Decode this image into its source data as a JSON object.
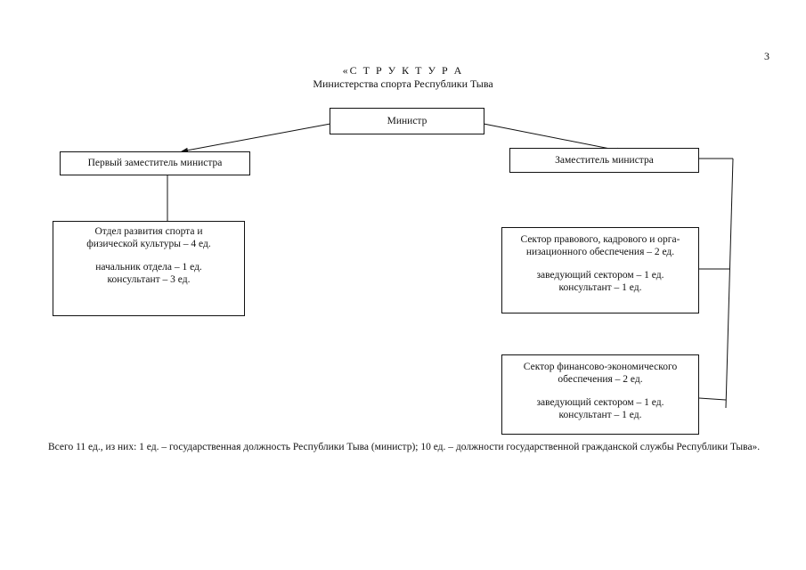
{
  "page_number": "3",
  "title": {
    "main": "«С Т Р У К Т У Р А",
    "sub": "Министерства спорта Республики Тыва"
  },
  "nodes": {
    "minister": {
      "name": "Министр"
    },
    "first_deputy": {
      "name": "Первый заместитель министра"
    },
    "deputy": {
      "name": "Заместитель министра"
    },
    "sport_dept": {
      "name_line1": "Отдел развития спорта и",
      "name_line2": "физической культуры – 4 ед.",
      "staff": [
        "начальник отдела – 1 ед.",
        "консультант – 3 ед."
      ]
    },
    "legal_sector": {
      "name_line1": "Сектор правового, кадрового и орга-",
      "name_line2": "низационного обеспечения – 2 ед.",
      "staff": [
        "заведующий сектором – 1 ед.",
        "консультант – 1 ед."
      ]
    },
    "finance_sector": {
      "name_line1": "Сектор финансово-экономического",
      "name_line2": "обеспечения – 2 ед.",
      "staff": [
        "заведующий сектором – 1 ед.",
        "консультант – 1 ед."
      ]
    }
  },
  "footer": "Всего 11 ед., из них: 1 ед. – государственная должность Республики Тыва (министр); 10 ед. – должности государственной гражданской службы Республики Тыва»."
}
